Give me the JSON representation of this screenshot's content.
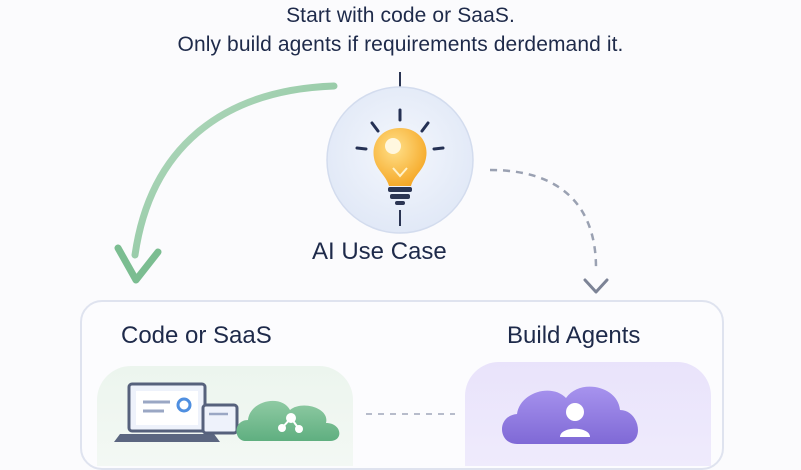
{
  "headline": {
    "line1": "Start with code or SaaS.",
    "line2": "Only build agents if requirements derdemand it."
  },
  "nodes": {
    "ai_use_case": {
      "label": "AI Use Case",
      "icon": "lightbulb-icon"
    },
    "code_or_saas": {
      "label": "Code or SaaS",
      "icon": "laptop-cloud-icon"
    },
    "build_agents": {
      "label": "Build Agents",
      "icon": "cloud-user-icon"
    }
  },
  "edges": [
    {
      "from": "ai_use_case",
      "to": "code_or_saas",
      "style": "solid-curved-arrow",
      "color": "#8cc49c"
    },
    {
      "from": "ai_use_case",
      "to": "build_agents",
      "style": "dashed-arrow",
      "color": "#9aa1b2"
    },
    {
      "from": "code_or_saas",
      "to": "build_agents",
      "style": "dashed-line",
      "color": "#b7bccb"
    }
  ],
  "colors": {
    "text": "#1e2a4a",
    "green_accent": "#6fb88a",
    "purple_accent": "#8f7ae0",
    "bulb": "#f8b733",
    "circle_bg": "#e4ebf8"
  }
}
